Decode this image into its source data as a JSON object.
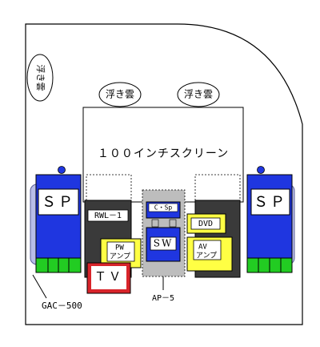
{
  "room": {
    "cloud_left": "浮き雲",
    "cloud_center_left": "浮き雲",
    "cloud_center_right": "浮き雲"
  },
  "screen": {
    "label": "１００インチスクリーン"
  },
  "speakers": {
    "left_label": "ＳＰ",
    "right_label": "ＳＰ",
    "cable_label": "GAC－500"
  },
  "equipment": {
    "rwl_label": "RWL－1",
    "pw_amp_label": "PW",
    "pw_amp_sub": "アンプ",
    "tv_label": "ＴＶ",
    "center_sp_label": "C・Sp",
    "subwoofer_label": "SW",
    "stand_label": "AP－5",
    "dvd_label": "DVD",
    "av_amp_label": "AV",
    "av_amp_sub": "アンプ"
  },
  "colors": {
    "speaker_blue": "#1f36e0",
    "speaker_shadow": "#b8bde8",
    "speaker_base": "#22cc22",
    "rack_dark": "#3a3a3a",
    "amp_yellow": "#ffff44",
    "tv_red": "#d8242a",
    "stand_gray": "#bdbdbd"
  }
}
